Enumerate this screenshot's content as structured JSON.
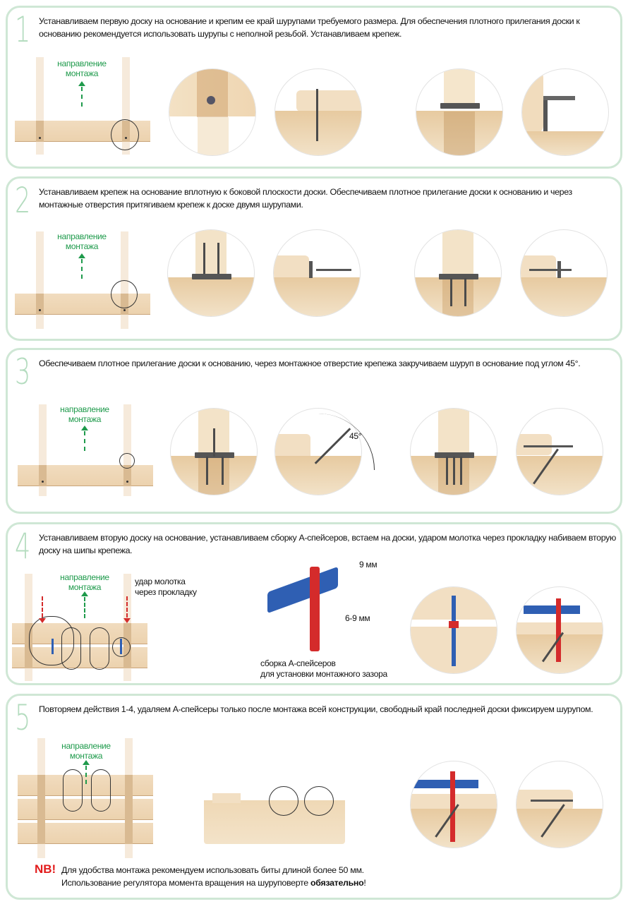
{
  "steps": [
    {
      "number": "1",
      "text": "Устанавливаем первую доску на основание и крепим ее край шурупами требуемого размера. Для обеспечения плотного прилегания доски к основанию рекомендуется использовать шурупы с неполной резьбой. Устанавливаем крепеж."
    },
    {
      "number": "2",
      "text": "Устанавливаем крепеж на основание вплотную к боковой плоскости доски. Обеспечиваем плотное прилегание доски к основанию и через монтажные отверстия притягиваем крепеж к доске двумя шурупами."
    },
    {
      "number": "3",
      "text": "Обеспечиваем плотное прилегание доски к основанию, через монтажное отверстие крепежа закручиваем шуруп в основание под углом 45°.",
      "angle_label": "45°"
    },
    {
      "number": "4",
      "text": "Устанавливаем вторую доску на основание, устанавливаем сборку А-спейсеров, встаем на доски, ударом молотка через прокладку набиваем вторую доску на шипы крепежа.",
      "hammer_label_1": "удар молотка",
      "hammer_label_2": "через прокладку",
      "size_9": "9 мм",
      "size_6_9": "6-9 мм",
      "spacer_caption_1": "сборка А-спейсеров",
      "spacer_caption_2": "для установки монтажного зазора"
    },
    {
      "number": "5",
      "text": "Повторяем действия 1-4, удаляем А-спейсеры только после монтажа всей конструкции, свободный край последней доски фиксируем шурупом."
    }
  ],
  "direction_label_1": "направление",
  "direction_label_2": "монтажа",
  "note": {
    "badge": "NB!",
    "line1": "Для удобства монтажа рекомендуем использовать биты длиной более 50 мм.",
    "line2_prefix": "Использование регулятора момента вращения на шуруповерте ",
    "line2_bold": "обязательно",
    "line2_suffix": "!"
  },
  "colors": {
    "accent": "#1e9a4b",
    "frame": "#cfe7d5",
    "numeral": "#b4dcbf",
    "spacer_blue": "#2f5fb3",
    "spacer_red": "#d42b2b"
  }
}
